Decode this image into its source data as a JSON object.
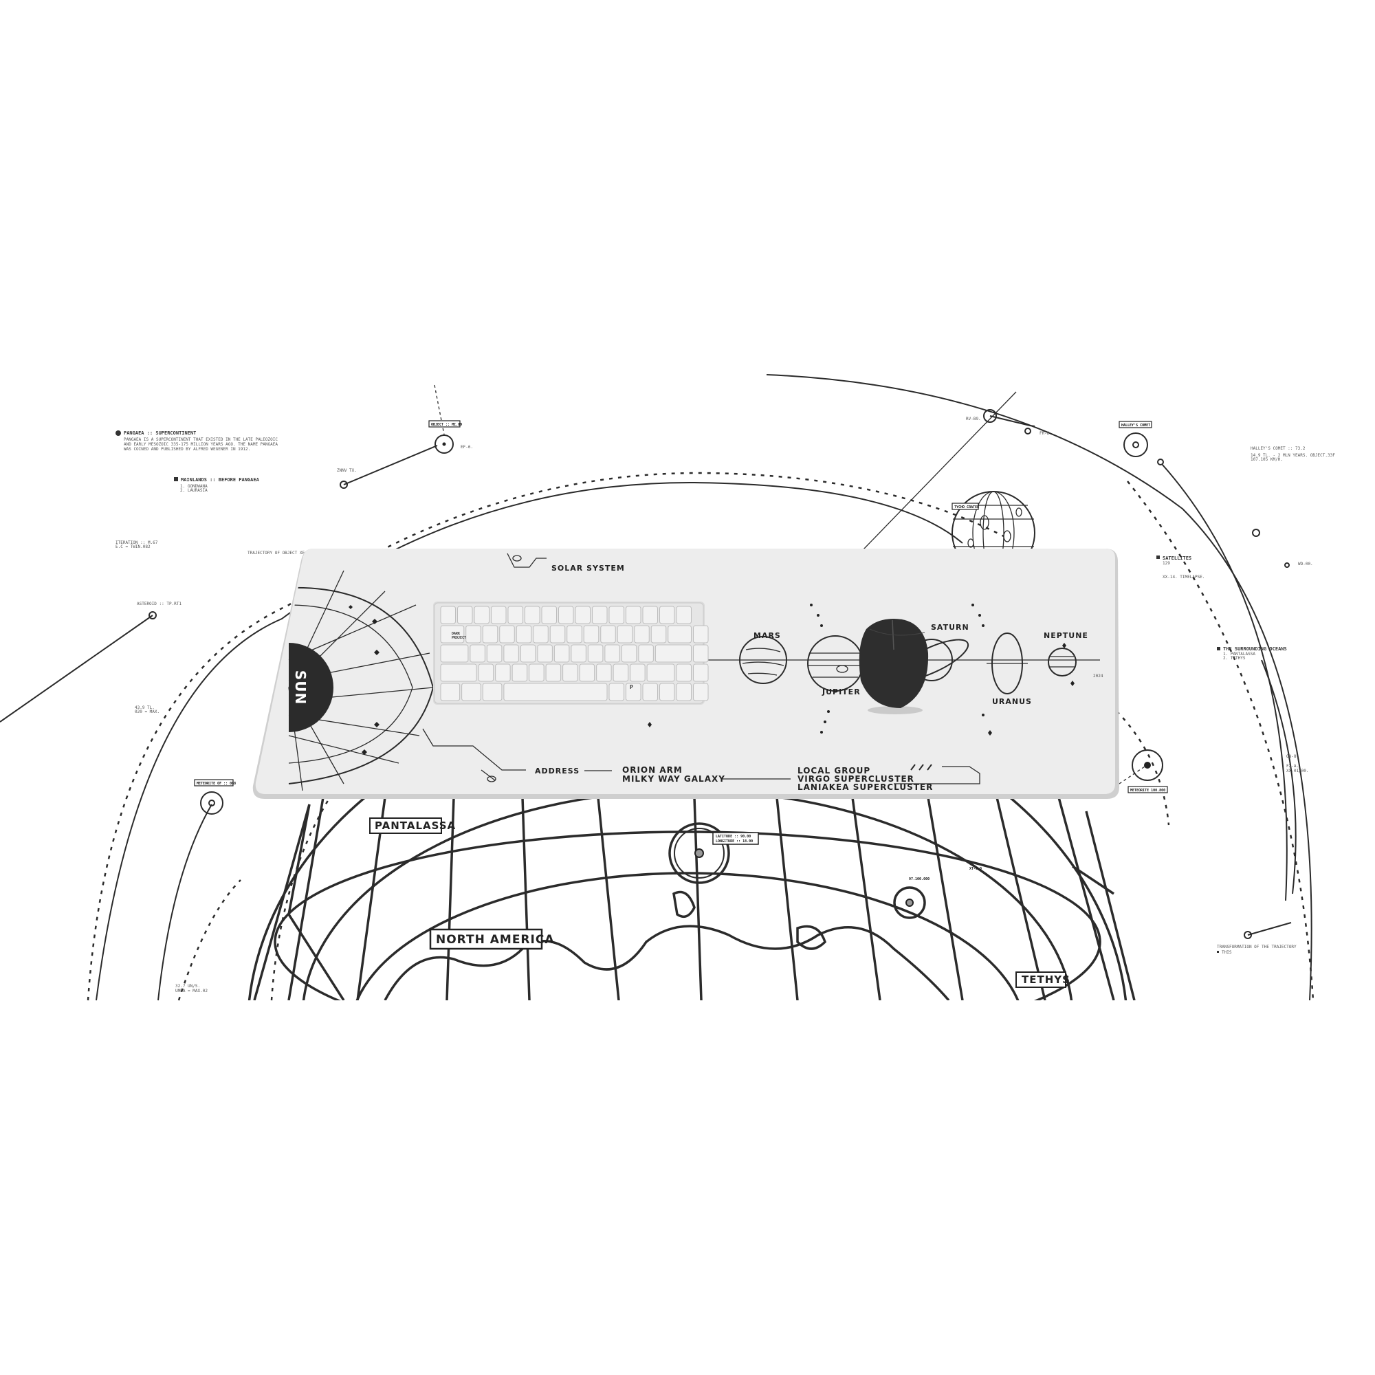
{
  "left_notes": {
    "pangaea_title": "PANGAEA :: SUPERCONTINENT",
    "pangaea_body": [
      "PANGAEA IS A SUPERCONTINENT THAT EXISTED IN THE LATE PALEOZOIC",
      "AND EARLY MESOZOIC 335-175 MILLION YEARS AGO. THE NAME PANGAEA",
      "WAS COINED AND PUBLISHED BY ALFRED WEGENER IN 1912."
    ],
    "mainlands_title": "MAINLANDS :: BEFORE PANGAEA",
    "mainlands_items": [
      "1. GONDWANA",
      "2. LAURASIA"
    ],
    "iteration": [
      "ITERATION :: M.67",
      "E.C = TWIN.082"
    ],
    "trajectory": "TRAJECTORY OF OBJECT XE.02",
    "asteroid": "ASTEROID :: TP.RT1",
    "asteroid_stats": [
      "43.9 TL.",
      "020 = MAX."
    ],
    "meteorite_tag": "METEORITE OF :: 088",
    "bottom_stats": [
      "32.7 UN/S.",
      "UMDA = MAX.02"
    ],
    "znnv": "ZNNV TX.",
    "object_tag": "OBJECT :: MI.09",
    "ef": "EF-6."
  },
  "right_notes": {
    "rv": "RV-B9.",
    "fr": "FR-D.",
    "halley_tag": "HALLEY'S COMET",
    "halley_title": "HALLEY'S COMET :: 73.2",
    "halley_body": [
      "14.9 TL. - 2 MLN YEARS. OBJECT.33F",
      "107.105 KM/H."
    ],
    "satellites_title": "SATELLITES",
    "satellites_count": "129",
    "timelapse": "XX-14. TIMELAPSE.",
    "wd": "WD-00.",
    "oceans_title": "THE SURROUNDING OCEANS",
    "oceans_items": [
      "1. PANTALASSA",
      "2. TETHYS"
    ],
    "tycho_tag": "TYCHO CRATER",
    "on": "ON-8.",
    "fx": [
      "FX-A.",
      "XX-01/00."
    ],
    "meteorite_tag": "METEORITE 100.800",
    "transformation": "TRANSFORMATION OF THE TRAJECTORY",
    "transformation_item": "THIS",
    "xt": "XT-9.0",
    "coords": "97.100.000"
  },
  "globe": {
    "pantalassa": "PANTALASSA",
    "north_america": "NORTH AMERICA",
    "tethys": "TETHYS",
    "latitude": "LATITUDE :: 90.00",
    "longitude": "LONGITUDE :: 18.00"
  },
  "mat": {
    "sun": "SUN",
    "solar_system": "SOLAR SYSTEM",
    "planets": [
      "MARS",
      "JUPITER",
      "SATURN",
      "URANUS",
      "NEPTUNE"
    ],
    "year": "2024",
    "address_label": "ADDRESS",
    "address_col1": [
      "ORION ARM",
      "MILKY WAY GALAXY"
    ],
    "address_col2": [
      "LOCAL GROUP",
      "VIRGO SUPERCLUSTER",
      "LANIAKEA SUPERCLUSTER"
    ]
  },
  "keyboard": {
    "brand": [
      "DARK",
      "PROJECT"
    ],
    "key_p": "P"
  }
}
